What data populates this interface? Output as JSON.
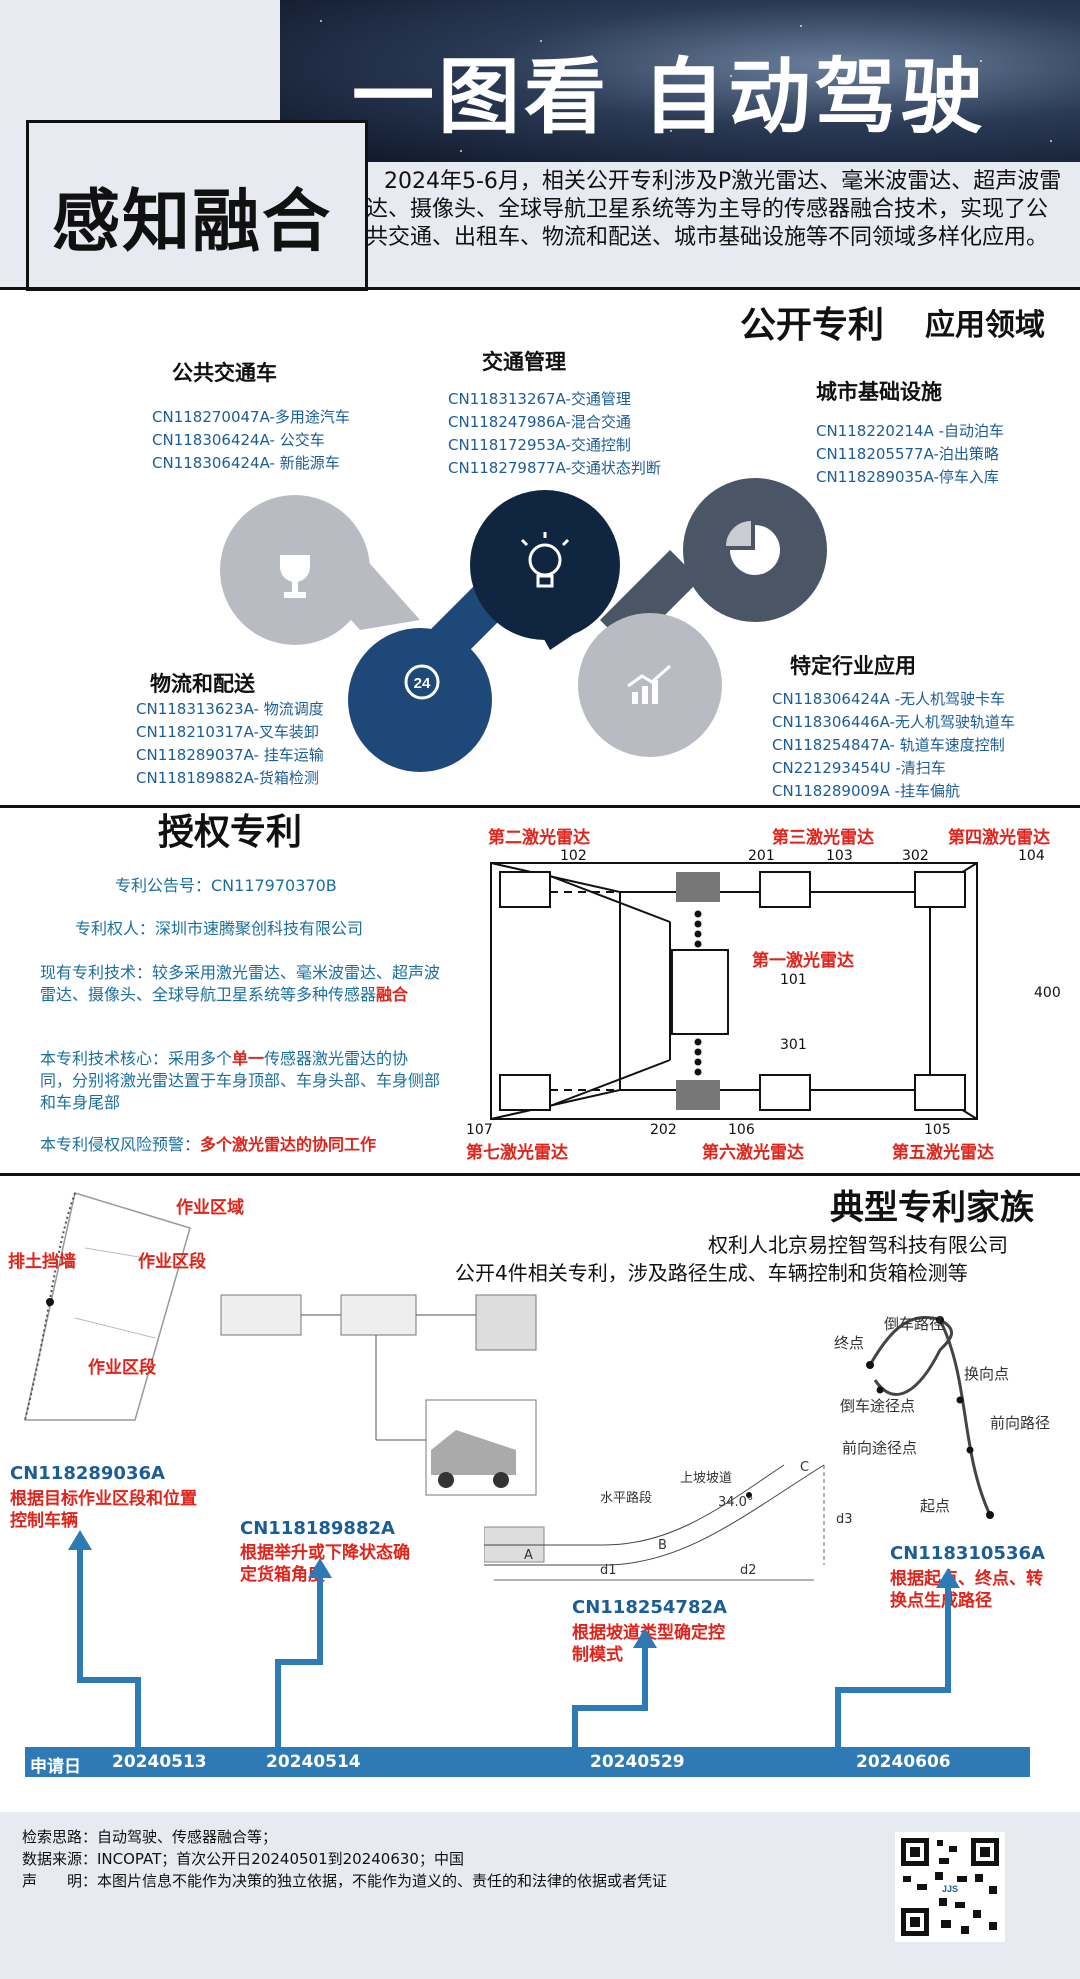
{
  "header": {
    "main_title": "一图看 自动驾驶",
    "section_title": "感知融合",
    "intro": "2024年5-6月，相关公开专利涉及P激光雷达、毫米波雷达、超声波雷达、摄像头、全球导航卫星系统等为主导的传感器融合技术，实现了公共交通、出租车、物流和配送、城市基础设施等不同领域多样化应用。"
  },
  "public_patents": {
    "title": "公开专利",
    "subtitle": "应用领域",
    "categories": [
      {
        "name": "公共交通车",
        "patents": [
          "CN118270047A-多用途汽车",
          "CN118306424A- 公交车",
          "CN118306424A- 新能源车"
        ]
      },
      {
        "name": "交通管理",
        "patents": [
          "CN118313267A-交通管理",
          "CN118247986A-混合交通",
          "CN118172953A-交通控制",
          "CN118279877A-交通状态判断"
        ]
      },
      {
        "name": "城市基础设施",
        "patents": [
          "CN118220214A -自动泊车",
          "CN118205577A-泊出策略",
          "CN118289035A-停车入库"
        ]
      },
      {
        "name": "物流和配送",
        "patents": [
          "CN118313623A- 物流调度",
          "CN118210317A-叉车装卸",
          "CN118289037A- 挂车运输",
          "CN118189882A-货箱检测"
        ]
      },
      {
        "name": "特定行业应用",
        "patents": [
          "CN118306424A -无人机驾驶卡车",
          "CN118306446A-无人机驾驶轨道车",
          "CN118254847A- 轨道车速度控制",
          "CN221293454U -清扫车",
          "CN118289009A -挂车偏航"
        ]
      }
    ],
    "icons": [
      "trophy-icon",
      "lightbulb-icon",
      "pie-chart-icon",
      "24h-phone-icon",
      "growth-chart-icon"
    ],
    "colors": {
      "gray": "#b8bcc2",
      "dark_navy": "#102540",
      "mid_blue": "#1d4878",
      "slate": "#4a5566"
    }
  },
  "granted": {
    "title": "授权专利",
    "pub_no": "专利公告号：CN117970370B",
    "owner": "专利权人：深圳市速腾聚创科技有限公司",
    "existing_prefix": "现有专利技术：较多采用激光雷达、毫米波雷达、超声波雷达、摄像头、全球导航卫星系统等多种传感器",
    "existing_highlight": "融合",
    "core_prefix": "本专利技术核心：采用多个",
    "core_highlight": "单一",
    "core_suffix": "传感器激光雷达的协同，分别将激光雷达置于车身顶部、车身头部、车身侧部和车身尾部",
    "risk_prefix": "本专利侵权风险预警：",
    "risk_highlight": "多个激光雷达的协同工作",
    "lidar_labels": {
      "l1": "第一激光雷达",
      "l2": "第二激光雷达",
      "l3": "第三激光雷达",
      "l4": "第四激光雷达",
      "l5": "第五激光雷达",
      "l6": "第六激光雷达",
      "l7": "第七激光雷达"
    },
    "ref_numbers": {
      "n102": "102",
      "n201": "201",
      "n103": "103",
      "n302": "302",
      "n104": "104",
      "n101": "101",
      "n301": "301",
      "n400": "400",
      "n107": "107",
      "n202": "202",
      "n106": "106",
      "n105": "105"
    }
  },
  "family": {
    "title": "典型专利家族",
    "owner": "权利人北京易控智驾科技有限公司",
    "desc": "公开4件相关专利，涉及路径生成、车辆控制和货箱检测等",
    "fig1_labels": {
      "work_area": "作业区域",
      "retaining_wall": "排土挡墙",
      "section1": "作业区段",
      "section2": "作业区段"
    },
    "fig3_labels": {
      "flat": "水平路段",
      "slope": "上坡坡道",
      "angle": "34.0°",
      "d1": "d1",
      "d2": "d2",
      "d3": "d3",
      "A": "A",
      "B": "B",
      "C": "C"
    },
    "fig4_labels": {
      "end": "终点",
      "reverse_path": "倒车路径",
      "turn_point": "换向点",
      "reverse_via": "倒车途径点",
      "forward_via": "前向途径点",
      "forward_path": "前向路径",
      "start": "起点"
    },
    "patents": [
      {
        "number": "CN118289036A",
        "desc": "根据目标作业区段和位置控制车辆"
      },
      {
        "number": "CN118189882A",
        "desc": "根据举升或下降状态确定货箱角度"
      },
      {
        "number": "CN118254782A",
        "desc": "根据坡道类型确定控制模式"
      },
      {
        "number": "CN118310536A",
        "desc": "根据起点、终点、转换点生成路径"
      }
    ],
    "timeline": {
      "label": "申请日",
      "dates": [
        "20240513",
        "20240514",
        "20240529",
        "20240606"
      ]
    },
    "colors": {
      "timeline": "#2e7ab5",
      "highlight": "#e0241b"
    }
  },
  "footer": {
    "search": "检索思路：自动驾驶、传感器融合等；",
    "source": "数据来源：INCOPAT；首次公开日20240501到20240630；中国",
    "disclaimer": "声　　明：本图片信息不能作为决策的独立依据，不能作为道义的、责任的和法律的依据或者凭证",
    "qr_label": "JJS"
  }
}
